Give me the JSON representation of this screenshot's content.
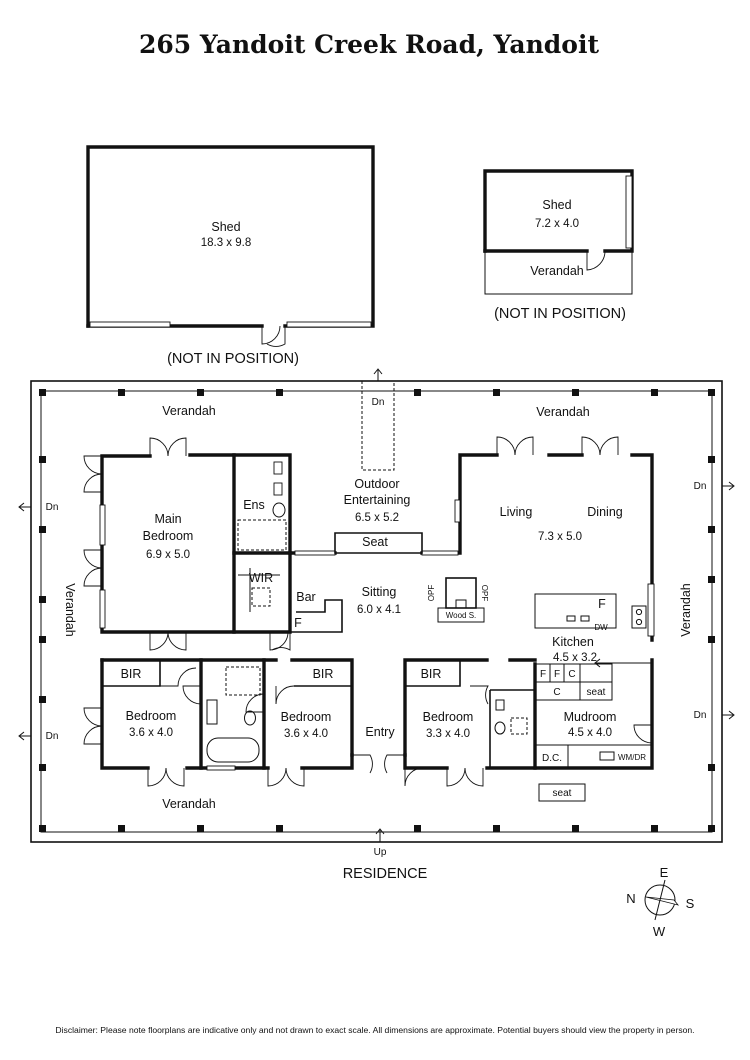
{
  "title": "265 Yandoit Creek Road, Yandoit",
  "shed_large": {
    "name": "Shed",
    "dims": "18.3 x 9.8",
    "note": "(NOT IN POSITION)"
  },
  "shed_small": {
    "name": "Shed",
    "dims": "7.2 x 4.0",
    "verandah": "Verandah",
    "note": "(NOT IN POSITION)"
  },
  "rooms": {
    "main_bedroom": {
      "name_line1": "Main",
      "name_line2": "Bedroom",
      "dims": "6.9 x 5.0"
    },
    "ensuite": "Ens",
    "wir": "WIR",
    "outdoor": {
      "name_line1": "Outdoor",
      "name_line2": "Entertaining",
      "dims": "6.5 x 5.2"
    },
    "seat_outdoor": "Seat",
    "sitting": {
      "name": "Sitting",
      "dims": "6.0 x 4.1"
    },
    "bar": "Bar",
    "f_bar": "F",
    "opf_left": "OPF",
    "opf_right": "OPF",
    "wood_stove": "Wood S.",
    "living": "Living",
    "dining": "Dining",
    "living_dining_dims": "7.3 x 5.0",
    "kitchen": {
      "name": "Kitchen",
      "dims": "4.5 x 3.2",
      "f": "F",
      "dw": "DW"
    },
    "pantry": {
      "f1": "F",
      "f2": "F",
      "c1": "C",
      "c2": "C",
      "seat": "seat"
    },
    "mudroom": {
      "name": "Mudroom",
      "dims": "4.5 x 4.0",
      "dc": "D.C.",
      "wmdr": "WM/DR"
    },
    "seat_verandah": "seat",
    "bedroom_1": {
      "bir": "BIR",
      "name": "Bedroom",
      "dims": "3.6 x 4.0"
    },
    "bedroom_2": {
      "bir": "BIR",
      "name": "Bedroom",
      "dims": "3.6 x 4.0"
    },
    "bedroom_3": {
      "bir": "BIR",
      "name": "Bedroom",
      "dims": "3.3 x 4.0"
    },
    "entry": "Entry"
  },
  "verandah_labels": {
    "north_left": "Verandah",
    "north_right": "Verandah",
    "south": "Verandah",
    "west": "Verandah",
    "east": "Verandah"
  },
  "steps": {
    "top": "Dn",
    "left_upper": "Dn",
    "left_lower": "Dn",
    "right_upper": "Dn",
    "right_lower": "Dn",
    "bottom": "Up"
  },
  "residence_label": "RESIDENCE",
  "compass": {
    "n": "N",
    "e": "E",
    "s": "S",
    "w": "W"
  },
  "disclaimer": "Disclaimer: Please note floorplans are indicative only and not drawn to exact scale. All dimensions are approximate. Potential buyers should view the property in person."
}
